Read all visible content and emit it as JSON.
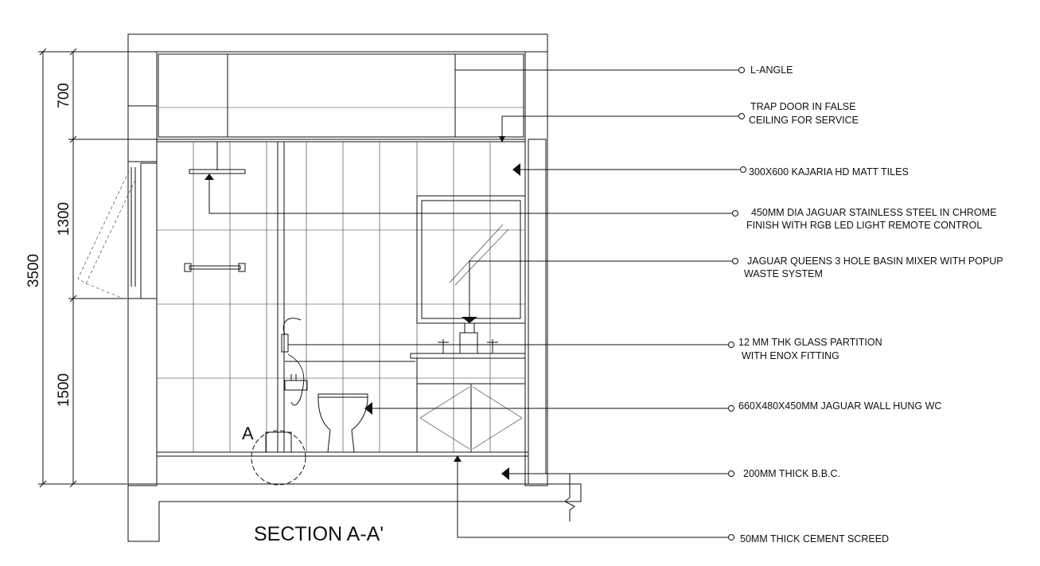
{
  "drawing": {
    "title": "SECTION A-A'",
    "detail_marker": "A",
    "dimensions": {
      "overall": "3500",
      "segments": [
        "700",
        "1300",
        "1500"
      ]
    },
    "annotations": [
      {
        "line1": "L-ANGLE",
        "line2": ""
      },
      {
        "line1": "TRAP DOOR IN FALSE",
        "line2": "CEILING FOR SERVICE"
      },
      {
        "line1": "300X600 KAJARIA HD MATT TILES",
        "line2": ""
      },
      {
        "line1": "450MM DIA JAGUAR STAINLESS STEEL IN CHROME",
        "line2": "FINISH WITH RGB LED LIGHT REMOTE CONTROL"
      },
      {
        "line1": "JAGUAR QUEENS 3 HOLE BASIN MIXER WITH POPUP",
        "line2": "WASTE SYSTEM"
      },
      {
        "line1": "12 MM THK GLASS PARTITION",
        "line2": "WITH ENOX FITTING"
      },
      {
        "line1": "660X480X450MM JAGUAR WALL HUNG WC",
        "line2": ""
      },
      {
        "line1": "200MM THICK B.B.C.",
        "line2": ""
      },
      {
        "line1": "50MM THICK CEMENT SCREED",
        "line2": ""
      }
    ]
  }
}
